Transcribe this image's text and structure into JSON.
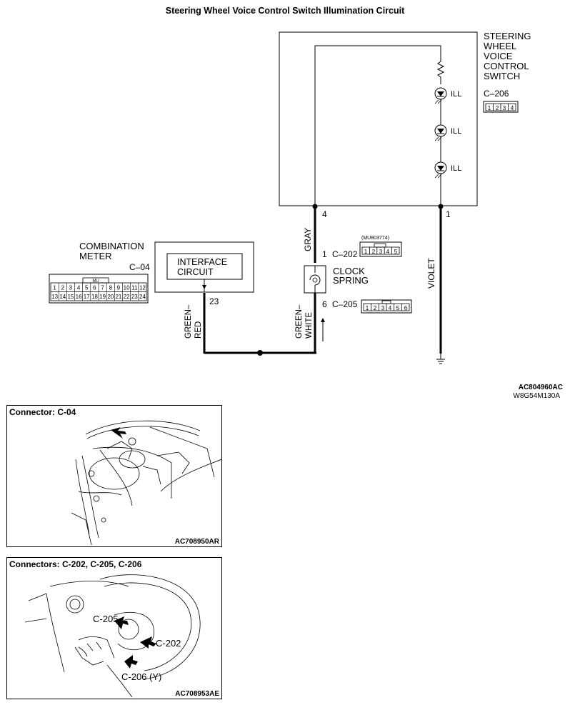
{
  "title": "Steering Wheel Voice Control Switch Illumination Circuit",
  "switch": {
    "name_lines": [
      "STEERING",
      "WHEEL",
      "VOICE",
      "CONTROL",
      "SWITCH"
    ],
    "connector": "C–206",
    "pins": [
      "1",
      "2",
      "3",
      "4"
    ],
    "led_label": "ILL",
    "terminal_left": "4",
    "terminal_right": "1"
  },
  "meter": {
    "name_lines": [
      "COMBINATION",
      "METER"
    ],
    "connector": "C–04",
    "interface_lines": [
      "INTERFACE",
      "CIRCUIT"
    ],
    "terminal": "23",
    "pins_top": [
      "1",
      "2",
      "3",
      "4",
      "5",
      "6",
      "7",
      "8",
      "9",
      "10",
      "11",
      "12"
    ],
    "pins_bottom": [
      "13",
      "14",
      "15",
      "16",
      "17",
      "18",
      "19",
      "20",
      "21",
      "22",
      "23",
      "24"
    ],
    "key_label": "MU"
  },
  "clock_spring": {
    "name_lines": [
      "CLOCK",
      "SPRING"
    ],
    "top_terminal": "1",
    "top_connector": "C–202",
    "top_part_no": "(MU803774)",
    "top_pins": [
      "1",
      "2",
      "3",
      "4",
      "5"
    ],
    "bottom_terminal": "6",
    "bottom_connector": "C–205",
    "bottom_pins": [
      "1",
      "2",
      "3",
      "4",
      "5",
      "6"
    ]
  },
  "wires": {
    "gray": "GRAY",
    "violet": "VIOLET",
    "green_red": [
      "GREEN–",
      "RED"
    ],
    "green_white": [
      "GREEN–",
      "WHITE"
    ]
  },
  "codes": [
    "AC804960AC",
    "W8G54M130A"
  ],
  "panels": {
    "c04": {
      "title": "Connector: C-04",
      "code": "AC708950AR"
    },
    "c202": {
      "title": "Connectors: C-202, C-205, C-206",
      "code": "AC708953AE",
      "labels": [
        "C-205",
        "C-202",
        "C-206 (Y)"
      ]
    }
  }
}
